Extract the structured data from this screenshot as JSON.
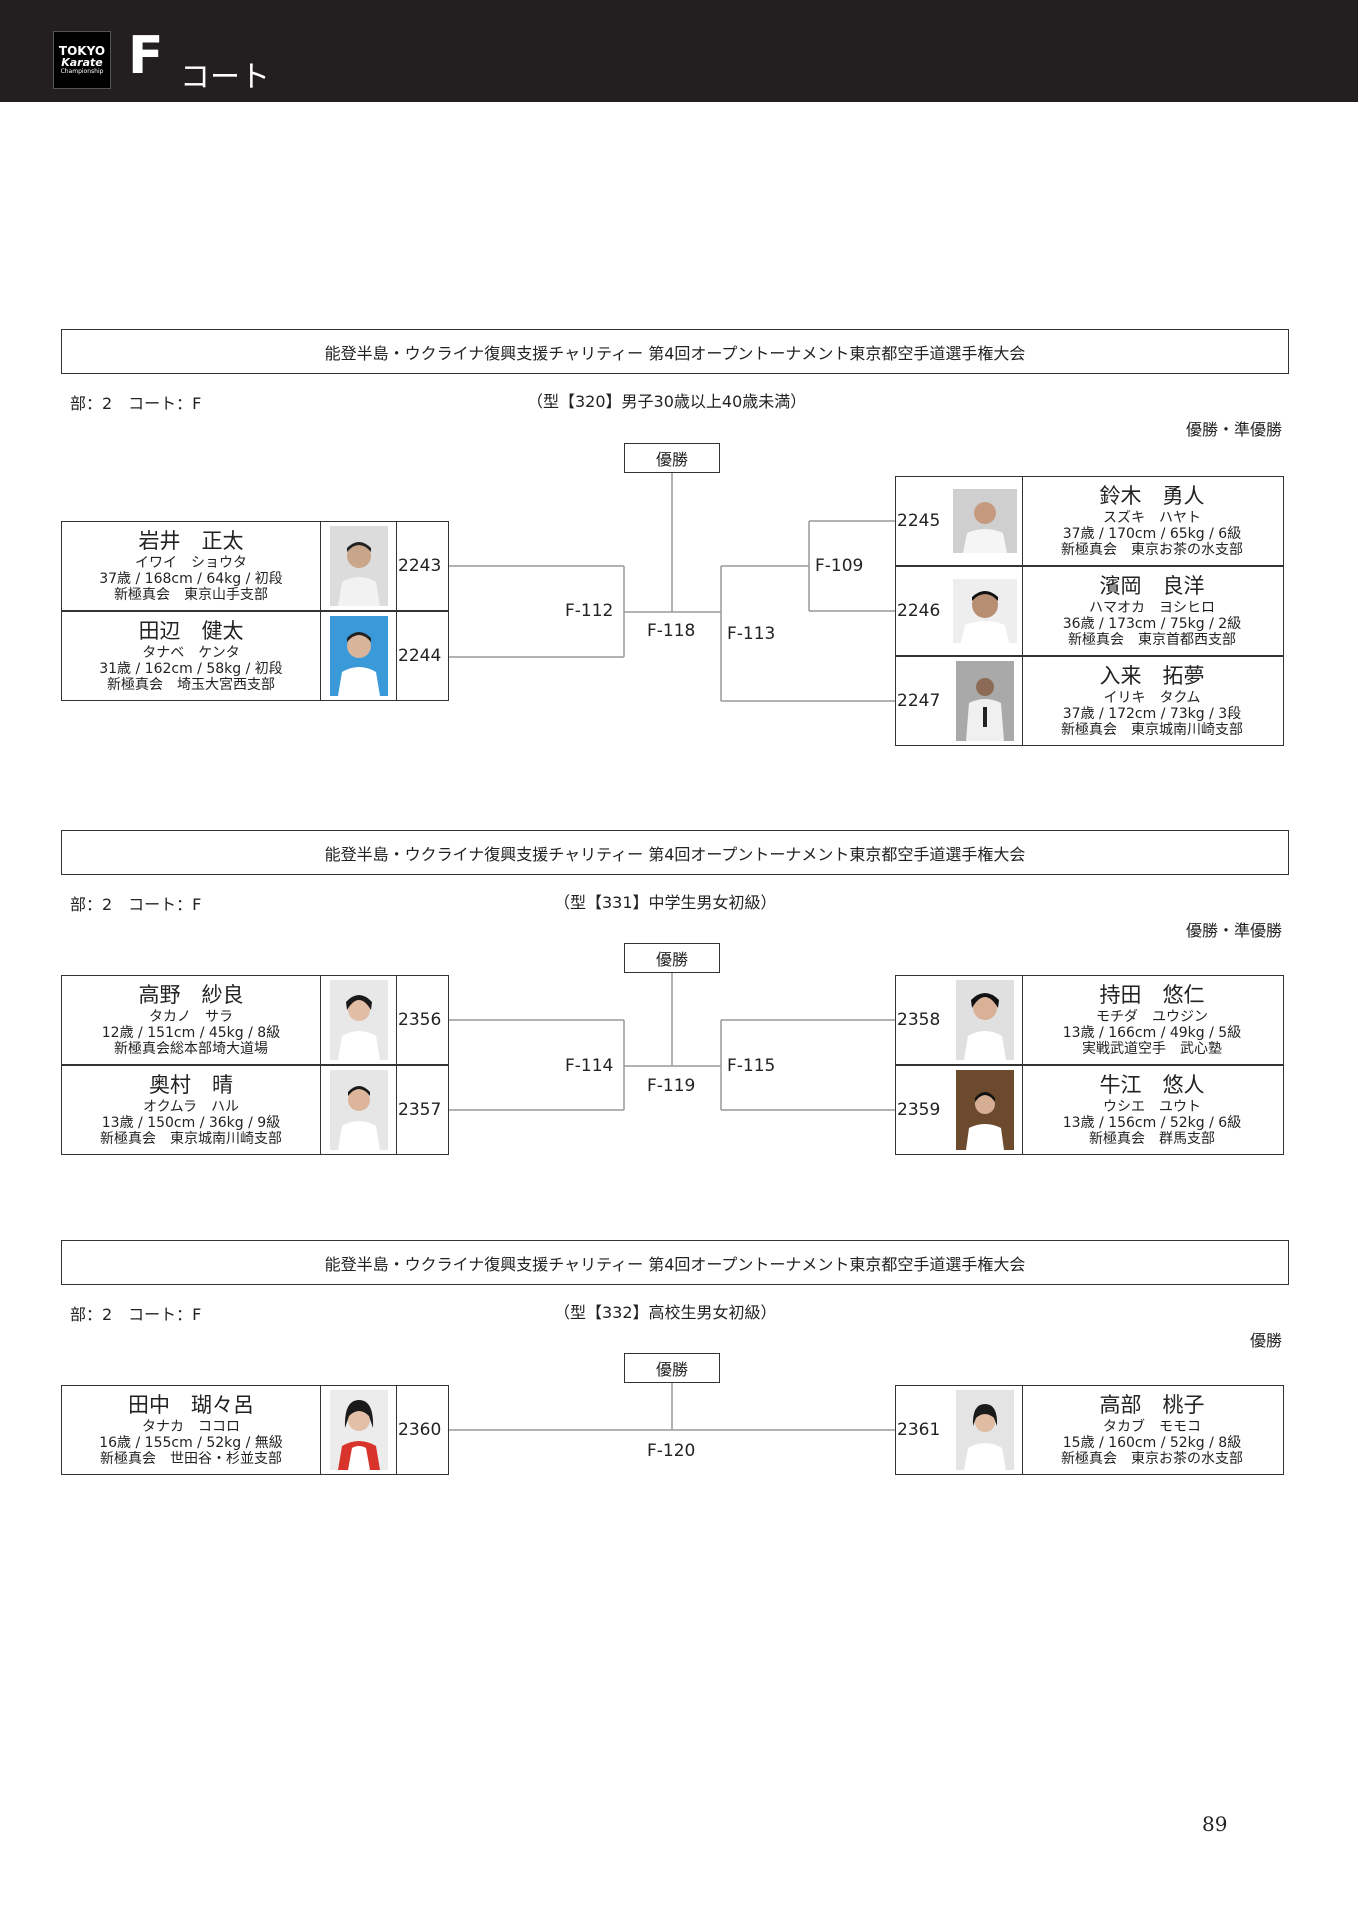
{
  "header": {
    "logo": {
      "line1": "TOKYO",
      "line2": "Karate",
      "line3": "Championship"
    },
    "court_letter": "F",
    "court_word": "コート"
  },
  "brackets": [
    {
      "title": "能登半島・ウクライナ復興支援チャリティー 第4回オープントーナメント東京都空手道選手権大会",
      "division": "部：2　コート：F",
      "category": "（型【320】男子30歳以上40歳未満）",
      "award": "優勝・準優勝",
      "champion_label": "優勝",
      "left": [
        {
          "name": "岩井　正太",
          "kana": "イワイ　ショウタ",
          "stats": "37歳 / 168cm / 64kg / 初段",
          "club": "新極真会　東京山手支部",
          "number": "2243"
        },
        {
          "name": "田辺　健太",
          "kana": "タナベ　ケンタ",
          "stats": "31歳 / 162cm / 58kg / 初段",
          "club": "新極真会　埼玉大宮西支部",
          "number": "2244"
        }
      ],
      "right": [
        {
          "name": "鈴木　勇人",
          "kana": "スズキ　ハヤト",
          "stats": "37歳 / 170cm / 65kg / 6級",
          "club": "新極真会　東京お茶の水支部",
          "number": "2245"
        },
        {
          "name": "濱岡　良洋",
          "kana": "ハマオカ　ヨシヒロ",
          "stats": "36歳 / 173cm / 75kg / 2級",
          "club": "新極真会　東京首都西支部",
          "number": "2246"
        },
        {
          "name": "入来　拓夢",
          "kana": "イリキ　タクム",
          "stats": "37歳 / 172cm / 73kg / 3段",
          "club": "新極真会　東京城南川崎支部",
          "number": "2247"
        }
      ],
      "matches": {
        "left": "F-112",
        "final": "F-118",
        "right": "F-113",
        "right_sub": "F-109"
      }
    },
    {
      "title": "能登半島・ウクライナ復興支援チャリティー 第4回オープントーナメント東京都空手道選手権大会",
      "division": "部：2　コート：F",
      "category": "（型【331】中学生男女初級）",
      "award": "優勝・準優勝",
      "champion_label": "優勝",
      "left": [
        {
          "name": "高野　紗良",
          "kana": "タカノ　サラ",
          "stats": "12歳 / 151cm / 45kg / 8級",
          "club": "新極真会総本部埼大道場",
          "number": "2356"
        },
        {
          "name": "奥村　晴",
          "kana": "オクムラ　ハル",
          "stats": "13歳 / 150cm / 36kg / 9級",
          "club": "新極真会　東京城南川崎支部",
          "number": "2357"
        }
      ],
      "right": [
        {
          "name": "持田　悠仁",
          "kana": "モチダ　ユウジン",
          "stats": "13歳 / 166cm / 49kg / 5級",
          "club": "実戦武道空手　武心塾",
          "number": "2358"
        },
        {
          "name": "牛江　悠人",
          "kana": "ウシエ　ユウト",
          "stats": "13歳 / 156cm / 52kg / 6級",
          "club": "新極真会　群馬支部",
          "number": "2359"
        }
      ],
      "matches": {
        "left": "F-114",
        "final": "F-119",
        "right": "F-115"
      }
    },
    {
      "title": "能登半島・ウクライナ復興支援チャリティー 第4回オープントーナメント東京都空手道選手権大会",
      "division": "部：2　コート：F",
      "category": "（型【332】高校生男女初級）",
      "award": "優勝",
      "champion_label": "優勝",
      "left": [
        {
          "name": "田中　瑚々呂",
          "kana": "タナカ　ココロ",
          "stats": "16歳 / 155cm / 52kg / 無級",
          "club": "新極真会　世田谷・杉並支部",
          "number": "2360"
        }
      ],
      "right": [
        {
          "name": "高部　桃子",
          "kana": "タカブ　モモコ",
          "stats": "15歳 / 160cm / 52kg / 8級",
          "club": "新極真会　東京お茶の水支部",
          "number": "2361"
        }
      ],
      "matches": {
        "final": "F-120"
      }
    }
  ],
  "page_number": "89",
  "colors": {
    "header_bg": "#231f20",
    "line": "#999999",
    "border": "#333333"
  }
}
